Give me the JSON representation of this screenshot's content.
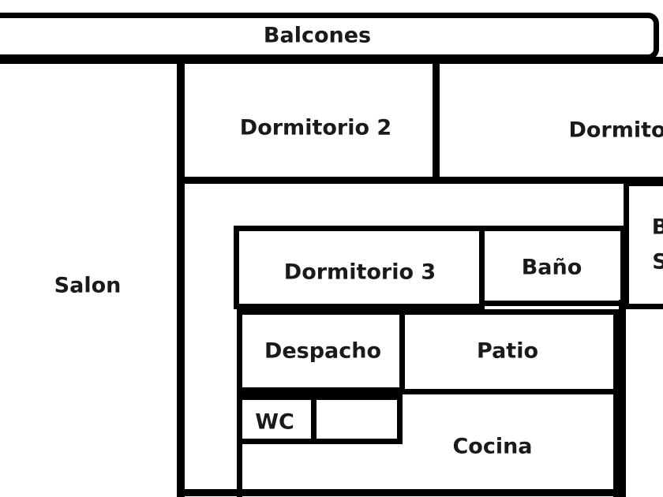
{
  "rooms": {
    "balcones": "Balcones",
    "dormitorio2": "Dormitorio 2",
    "dormitorio1_partial": "Dormito",
    "salon": "Salon",
    "dormitorio3": "Dormitorio 3",
    "bano": "Baño",
    "right_room_line1": "B",
    "right_room_line2": "S",
    "despacho": "Despacho",
    "patio": "Patio",
    "wc": "WC",
    "cocina": "Cocina"
  }
}
